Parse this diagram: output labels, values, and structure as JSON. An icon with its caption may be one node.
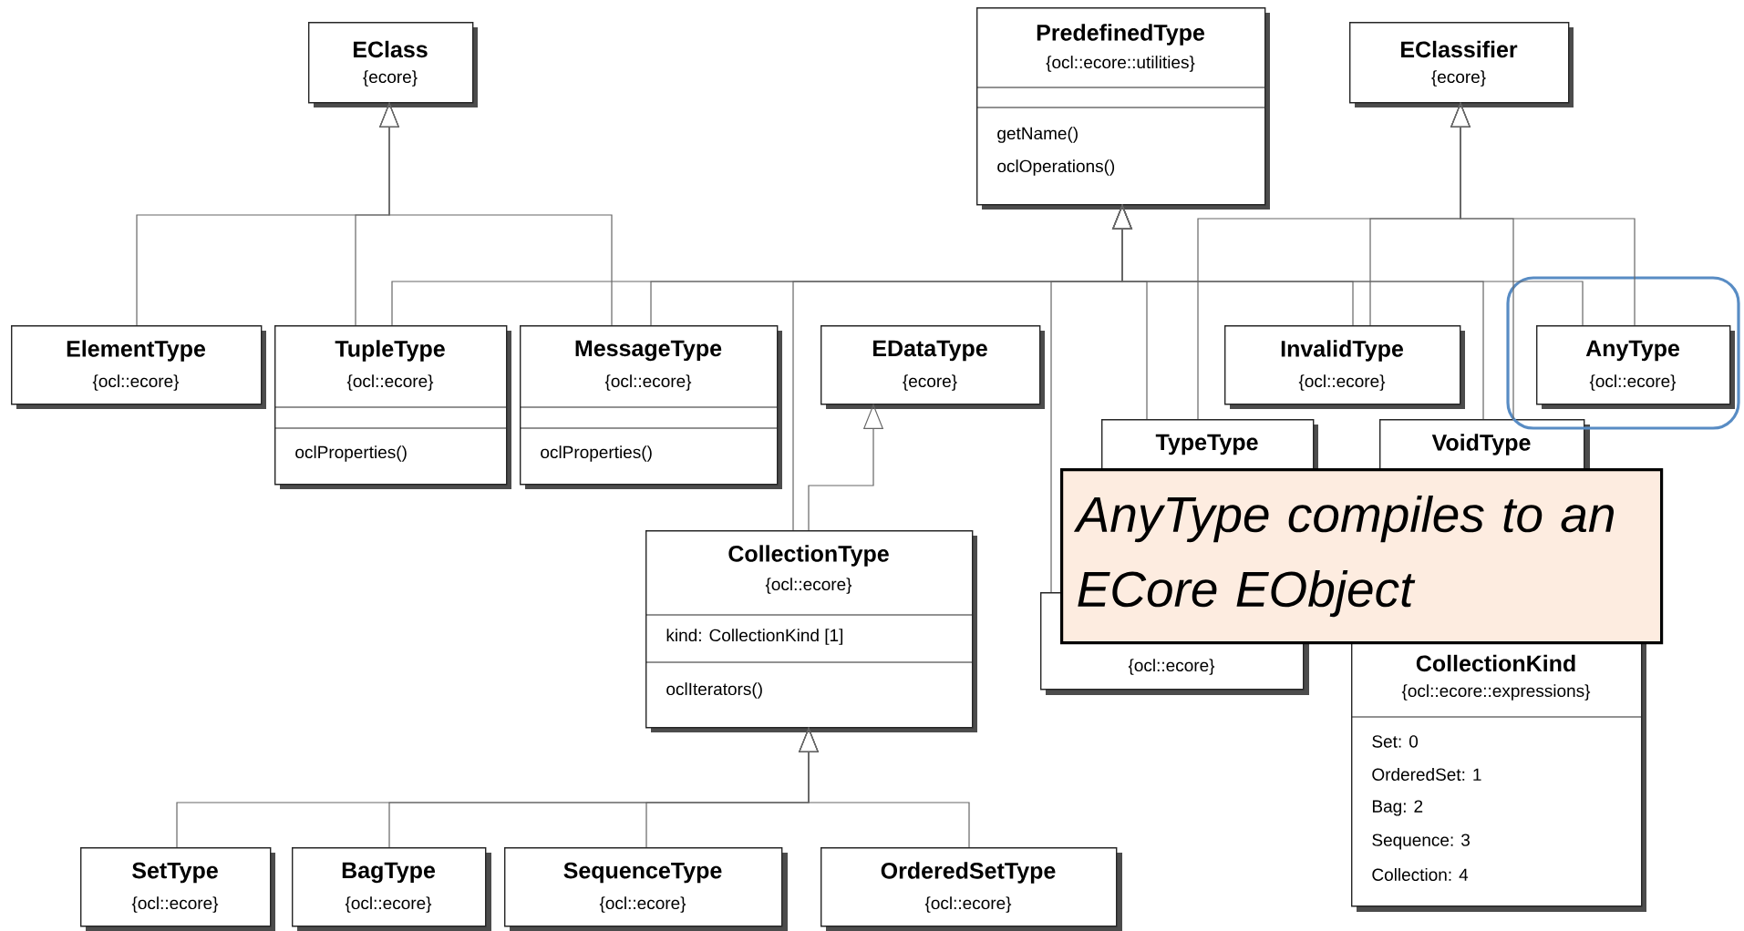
{
  "diagram": {
    "nodes": [
      {
        "text": [
          "EClass",
          "{ecore}"
        ]
      },
      {
        "text": [
          "PredefinedType",
          "{ocl::ecore::utilities}",
          "getName()",
          "oclOperations()"
        ]
      },
      {
        "text": [
          "EClassifier",
          "{ecore}"
        ]
      },
      {
        "text": [
          "ElementType",
          "{ocl::ecore}"
        ]
      },
      {
        "text": [
          "TupleType",
          "{ocl::ecore}",
          "oclProperties()"
        ]
      },
      {
        "text": [
          "MessageType",
          "{ocl::ecore}",
          "oclProperties()"
        ]
      },
      {
        "text": [
          "EDataType",
          "{ecore}"
        ]
      },
      {
        "text": [
          "InvalidType",
          "{ocl::ecore}"
        ]
      },
      {
        "text": [
          "AnyType",
          "{ocl::ecore}"
        ]
      },
      {
        "text": [
          "TypeType"
        ]
      },
      {
        "text": [
          "VoidType"
        ]
      },
      {
        "text": [
          "CollectionType",
          "{ocl::ecore}",
          "kind: CollectionKind [1]",
          "oclIterators()"
        ]
      },
      {
        "text": [
          "{ocl::ecore}"
        ]
      },
      {
        "text": [
          "CollectionKind",
          "{ocl::ecore::expressions}",
          "Set: 0",
          "OrderedSet: 1",
          "Bag: 2",
          "Sequence: 3",
          "Collection: 4"
        ]
      },
      {
        "text": [
          "SetType",
          "{ocl::ecore}"
        ]
      },
      {
        "text": [
          "BagType",
          "{ocl::ecore}"
        ]
      },
      {
        "text": [
          "SequenceType",
          "{ocl::ecore}"
        ]
      },
      {
        "text": [
          "OrderedSetType",
          "{ocl::ecore}"
        ]
      },
      {
        "text": [
          "AnyType compiles to an ECore EObject"
        ]
      }
    ],
    "edges": [
      {
        "from": 3,
        "to": 0,
        "arrow": "to"
      },
      {
        "from": 4,
        "to": 0,
        "arrow": "to"
      },
      {
        "from": 5,
        "to": 0,
        "arrow": "to"
      },
      {
        "from": 4,
        "to": 1,
        "arrow": "to"
      },
      {
        "from": 5,
        "to": 1,
        "arrow": "to"
      },
      {
        "from": 11,
        "to": 1,
        "arrow": "to"
      },
      {
        "from": 12,
        "to": 1,
        "arrow": "to"
      },
      {
        "from": 9,
        "to": 1,
        "arrow": "to"
      },
      {
        "from": 7,
        "to": 1,
        "arrow": "to"
      },
      {
        "from": 10,
        "to": 1,
        "arrow": "to"
      },
      {
        "from": 8,
        "to": 1,
        "arrow": "to"
      },
      {
        "from": 9,
        "to": 2,
        "arrow": "to"
      },
      {
        "from": 7,
        "to": 2,
        "arrow": "to"
      },
      {
        "from": 10,
        "to": 2,
        "arrow": "to"
      },
      {
        "from": 8,
        "to": 2,
        "arrow": "to"
      },
      {
        "from": 11,
        "to": 6,
        "arrow": "to"
      },
      {
        "from": 14,
        "to": 11,
        "arrow": "to"
      },
      {
        "from": 15,
        "to": 11,
        "arrow": "to"
      },
      {
        "from": 16,
        "to": 11,
        "arrow": "to"
      },
      {
        "from": 17,
        "to": 11,
        "arrow": "to"
      }
    ]
  }
}
